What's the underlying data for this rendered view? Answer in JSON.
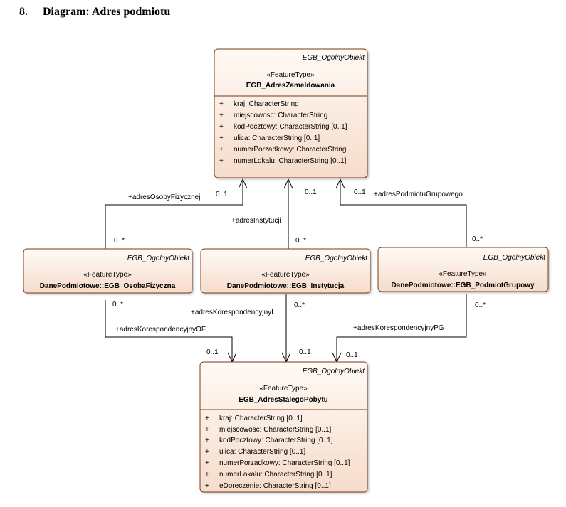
{
  "heading": {
    "number": "8.",
    "title": "Diagram: Adres podmiotu"
  },
  "colors": {
    "box_fill_top": "#fffaf5",
    "box_fill_bottom": "#f6dccb",
    "box_border": "#7a3a1a",
    "line": "#000000"
  },
  "classes": {
    "zameldowania": {
      "parent": "EGB_OgolnyObiekt",
      "stereotype": "«FeatureType»",
      "name": "EGB_AdresZameldowania",
      "attributes": [
        "kraj: CharacterString",
        "miejscowosc: CharacterString",
        "kodPocztowy: CharacterString [0..1]",
        "ulica: CharacterString [0..1]",
        "numerPorzadkowy: CharacterString",
        "numerLokalu: CharacterString [0..1]"
      ]
    },
    "osoba": {
      "parent": "EGB_OgolnyObiekt",
      "stereotype": "«FeatureType»",
      "name": "DanePodmiotowe::EGB_OsobaFizyczna"
    },
    "instytucja": {
      "parent": "EGB_OgolnyObiekt",
      "stereotype": "«FeatureType»",
      "name": "DanePodmiotowe::EGB_Instytucja"
    },
    "grupowy": {
      "parent": "EGB_OgolnyObiekt",
      "stereotype": "«FeatureType»",
      "name": "DanePodmiotowe::EGB_PodmiotGrupowy"
    },
    "stalego": {
      "parent": "EGB_OgolnyObiekt",
      "stereotype": "«FeatureType»",
      "name": "EGB_AdresStalegoPobytu",
      "attributes": [
        "kraj: CharacterString [0..1]",
        "miejscowosc: CharacterString [0..1]",
        "kodPocztowy: CharacterString [0..1]",
        "ulica: CharacterString [0..1]",
        "numerPorzadkowy: CharacterString [0..1]",
        "numerLokalu: CharacterString [0..1]",
        "eDoreczenie: CharacterString [0..1]"
      ]
    }
  },
  "visibility_marker": "+",
  "associations": {
    "osoba_zameld": {
      "role": "+adresOsobyFizycznej",
      "target_mult": "0..1",
      "source_mult": "0..*"
    },
    "inst_zameld": {
      "role": "+adresInstytucji",
      "target_mult": "0..1",
      "source_mult": "0..*"
    },
    "grup_zameld": {
      "role": "+adresPodmiotuGrupowego",
      "target_mult": "0..1",
      "source_mult": "0..*"
    },
    "osoba_stalego": {
      "role": "+adresKorespondencyjnyOF",
      "target_mult": "0..1",
      "source_mult": "0..*"
    },
    "inst_stalego": {
      "role": "+adresKorespondencyjnyI",
      "target_mult": "0..1",
      "source_mult": "0..*"
    },
    "grup_stalego": {
      "role": "+adresKorespondencyjnyPG",
      "target_mult": "0..1",
      "source_mult": "0..*"
    }
  }
}
